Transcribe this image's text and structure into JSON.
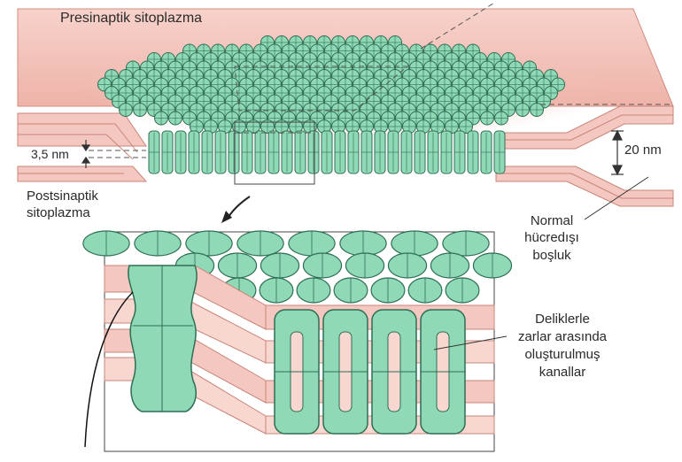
{
  "labels": {
    "presynaptic": "Presinaptik sitoplazma",
    "postsynaptic_line1": "Postsinaptik",
    "postsynaptic_line2": "sitoplazma",
    "gap_small": "3,5 nm",
    "gap_large": "20 nm",
    "normal_line1": "Normal",
    "normal_line2": "hücredışı",
    "normal_line3": "boşluk",
    "channels_line1": "Deliklerle",
    "channels_line2": "zarlar arasında",
    "channels_line3": "oluşturulmuş",
    "channels_line4": "kanallar"
  },
  "colors": {
    "membrane": "#f4c8c0",
    "membrane_dark": "#e8a79c",
    "connexon": "#8fd9b6",
    "connexon_dark": "#2f6e55",
    "outline": "#333333"
  }
}
